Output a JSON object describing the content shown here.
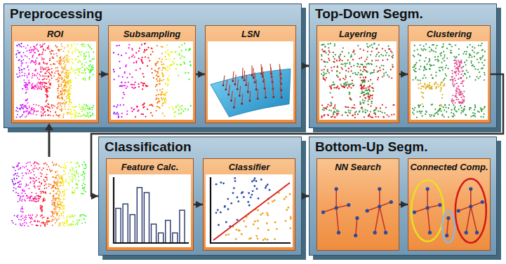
{
  "diagram": {
    "nodes": [
      {
        "text": [
          "Preprocessing"
        ]
      },
      {
        "text": [
          "ROI"
        ],
        "in": 0
      },
      {
        "text": [
          "Subsampling"
        ],
        "in": 0
      },
      {
        "text": [
          "LSN"
        ],
        "in": 0
      },
      {
        "text": [
          "Top-Down Segm."
        ]
      },
      {
        "text": [
          "Layering"
        ],
        "in": 4
      },
      {
        "text": [
          "Clustering"
        ],
        "in": 4
      },
      {
        "text": [
          "Classification"
        ]
      },
      {
        "text": [
          "Feature Calc."
        ],
        "in": 7
      },
      {
        "text": [
          "Classifier"
        ],
        "in": 7
      },
      {
        "text": [
          "Bottom-Up Segm."
        ]
      },
      {
        "text": [
          "NN Search"
        ],
        "in": 10
      },
      {
        "text": [
          "Connected Comp."
        ],
        "in": 10
      }
    ],
    "edges": [
      {
        "from": 1,
        "to": 2,
        "arrow": "to"
      },
      {
        "from": 2,
        "to": 3,
        "arrow": "to"
      },
      {
        "from": 0,
        "to": 4,
        "arrow": "to"
      },
      {
        "from": 5,
        "to": 6,
        "arrow": "to"
      },
      {
        "from": 6,
        "to": 7,
        "arrow": "to"
      },
      {
        "from": 8,
        "to": 9,
        "arrow": "to"
      },
      {
        "from": 7,
        "to": 10,
        "arrow": "to"
      },
      {
        "from": 11,
        "to": 12,
        "arrow": "to"
      }
    ]
  }
}
